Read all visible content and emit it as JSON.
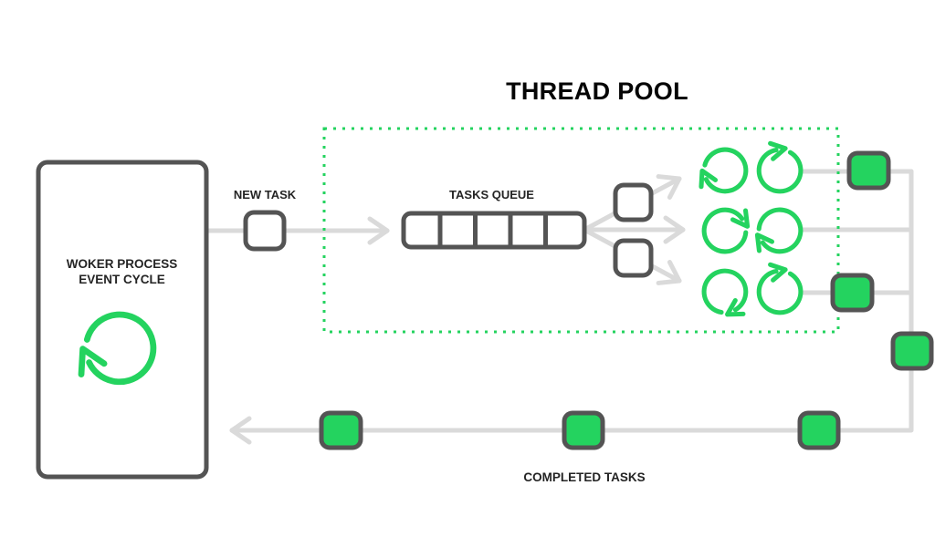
{
  "title": "THREAD POOL",
  "labels": {
    "worker": [
      "WOKER PROCESS",
      "EVENT CYCLE"
    ],
    "new_task": "NEW TASK",
    "tasks_queue": "TASKS QUEUE",
    "completed_tasks": "COMPLETED TASKS"
  },
  "colors": {
    "accent_green": "#24d35f",
    "dark_gray": "#545454",
    "light_gray": "#dadada",
    "text_black": "#1b1b1b"
  },
  "structure": {
    "queue_cells": 5,
    "thread_rows": 3,
    "spinner_icons_per_row": 2,
    "waiting_task_squares": 2,
    "green_task_squares": 6
  }
}
